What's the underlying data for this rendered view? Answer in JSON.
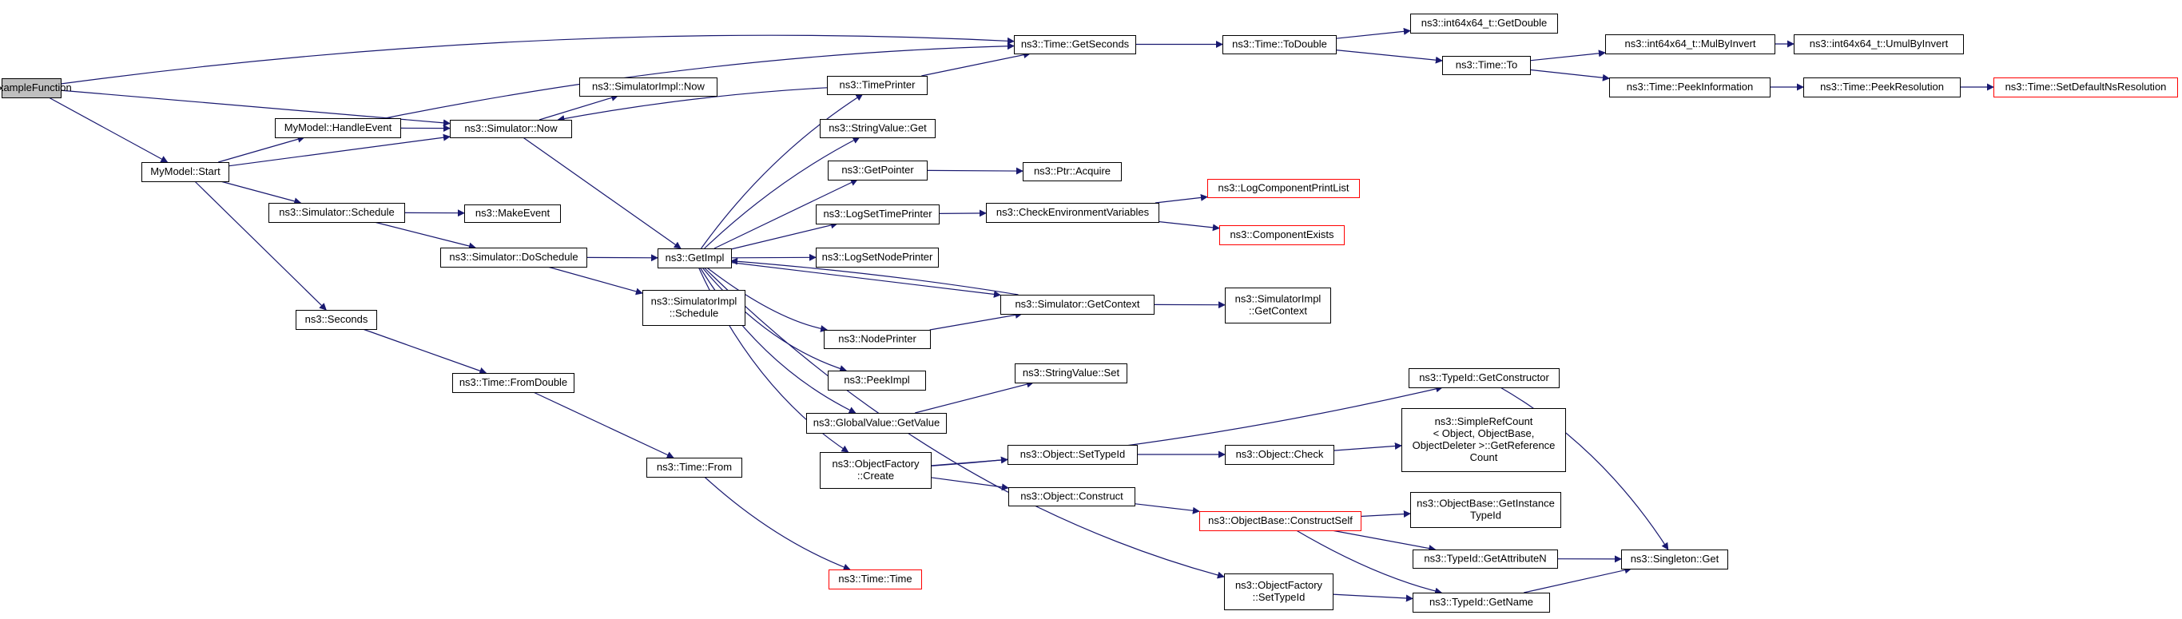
{
  "graph": {
    "colors": {
      "root_fill": "#bfbfbf",
      "node_fill": "#ffffff",
      "node_border": "#000000",
      "truncated_border": "#ff0000",
      "edge": "#191970"
    },
    "nodes": [
      {
        "id": "example_function",
        "lines": [
          "ExampleFunction"
        ],
        "root": true
      },
      {
        "id": "mymodel_handle_event",
        "lines": [
          "MyModel::HandleEvent"
        ]
      },
      {
        "id": "mymodel_start",
        "lines": [
          "MyModel::Start"
        ]
      },
      {
        "id": "simulator_now",
        "lines": [
          "ns3::Simulator::Now"
        ]
      },
      {
        "id": "simulatorimpl_now",
        "lines": [
          "ns3::SimulatorImpl::Now"
        ]
      },
      {
        "id": "simulator_schedule",
        "lines": [
          "ns3::Simulator::Schedule"
        ]
      },
      {
        "id": "make_event",
        "lines": [
          "ns3::MakeEvent"
        ]
      },
      {
        "id": "simulator_doschedule",
        "lines": [
          "ns3::Simulator::DoSchedule"
        ]
      },
      {
        "id": "seconds",
        "lines": [
          "ns3::Seconds"
        ]
      },
      {
        "id": "time_fromdouble",
        "lines": [
          "ns3::Time::FromDouble"
        ]
      },
      {
        "id": "time_from",
        "lines": [
          "ns3::Time::From"
        ]
      },
      {
        "id": "time_time",
        "lines": [
          "ns3::Time::Time"
        ],
        "truncated": true
      },
      {
        "id": "getimpl",
        "lines": [
          "ns3::GetImpl"
        ]
      },
      {
        "id": "simulatorimpl_schedule",
        "lines": [
          "ns3::SimulatorImpl",
          "::Schedule"
        ]
      },
      {
        "id": "time_printer",
        "lines": [
          "ns3::TimePrinter"
        ]
      },
      {
        "id": "stringvalue_get",
        "lines": [
          "ns3::StringValue::Get"
        ]
      },
      {
        "id": "get_pointer",
        "lines": [
          "ns3::GetPointer"
        ]
      },
      {
        "id": "ptr_acquire",
        "lines": [
          "ns3::Ptr::Acquire"
        ]
      },
      {
        "id": "log_set_time_printer",
        "lines": [
          "ns3::LogSetTimePrinter"
        ]
      },
      {
        "id": "check_env_vars",
        "lines": [
          "ns3::CheckEnvironmentVariables"
        ]
      },
      {
        "id": "log_component_print_list",
        "lines": [
          "ns3::LogComponentPrintList"
        ],
        "truncated": true
      },
      {
        "id": "component_exists",
        "lines": [
          "ns3::ComponentExists"
        ],
        "truncated": true
      },
      {
        "id": "log_set_node_printer",
        "lines": [
          "ns3::LogSetNodePrinter"
        ]
      },
      {
        "id": "simulator_getcontext",
        "lines": [
          "ns3::Simulator::GetContext"
        ]
      },
      {
        "id": "simulatorimpl_getcontext",
        "lines": [
          "ns3::SimulatorImpl",
          "::GetContext"
        ]
      },
      {
        "id": "node_printer",
        "lines": [
          "ns3::NodePrinter"
        ]
      },
      {
        "id": "peek_impl",
        "lines": [
          "ns3::PeekImpl"
        ]
      },
      {
        "id": "stringvalue_set",
        "lines": [
          "ns3::StringValue::Set"
        ]
      },
      {
        "id": "globalvalue_getvalue",
        "lines": [
          "ns3::GlobalValue::GetValue"
        ]
      },
      {
        "id": "objectfactory_create",
        "lines": [
          "ns3::ObjectFactory",
          "::Create"
        ]
      },
      {
        "id": "typeid_getconstructor",
        "lines": [
          "ns3::TypeId::GetConstructor"
        ]
      },
      {
        "id": "object_settypeid",
        "lines": [
          "ns3::Object::SetTypeId"
        ]
      },
      {
        "id": "object_check",
        "lines": [
          "ns3::Object::Check"
        ]
      },
      {
        "id": "simplerefcount_getreferencecount",
        "lines": [
          "ns3::SimpleRefCount",
          "< Object, ObjectBase,",
          " ObjectDeleter >::GetReference",
          "Count"
        ]
      },
      {
        "id": "object_construct",
        "lines": [
          "ns3::Object::Construct"
        ]
      },
      {
        "id": "objectbase_constructself",
        "lines": [
          "ns3::ObjectBase::ConstructSelf"
        ],
        "truncated": true
      },
      {
        "id": "objectbase_getinstancetypeid",
        "lines": [
          "ns3::ObjectBase::GetInstance",
          "TypeId"
        ]
      },
      {
        "id": "typeid_getattributen",
        "lines": [
          "ns3::TypeId::GetAttributeN"
        ]
      },
      {
        "id": "singleton_get",
        "lines": [
          "ns3::Singleton::Get"
        ]
      },
      {
        "id": "objectfactory_settypeid",
        "lines": [
          "ns3::ObjectFactory",
          "::SetTypeId"
        ]
      },
      {
        "id": "typeid_getname",
        "lines": [
          "ns3::TypeId::GetName"
        ]
      },
      {
        "id": "time_getseconds",
        "lines": [
          "ns3::Time::GetSeconds"
        ]
      },
      {
        "id": "time_todouble",
        "lines": [
          "ns3::Time::ToDouble"
        ]
      },
      {
        "id": "int64x64_getdouble",
        "lines": [
          "ns3::int64x64_t::GetDouble"
        ]
      },
      {
        "id": "time_to",
        "lines": [
          "ns3::Time::To"
        ]
      },
      {
        "id": "int64x64_mulbyinvert",
        "lines": [
          "ns3::int64x64_t::MulByInvert"
        ]
      },
      {
        "id": "int64x64_umulbyinvert",
        "lines": [
          "ns3::int64x64_t::UmulByInvert"
        ]
      },
      {
        "id": "time_peekinformation",
        "lines": [
          "ns3::Time::PeekInformation"
        ]
      },
      {
        "id": "time_peekresolution",
        "lines": [
          "ns3::Time::PeekResolution"
        ]
      },
      {
        "id": "time_setdefaultnsresolution",
        "lines": [
          "ns3::Time::SetDefaultNsResolution"
        ],
        "truncated": true
      }
    ],
    "edges": [
      [
        "example_function",
        "time_getseconds"
      ],
      [
        "example_function",
        "simulator_now"
      ],
      [
        "example_function",
        "mymodel_start"
      ],
      [
        "mymodel_handle_event",
        "time_getseconds"
      ],
      [
        "mymodel_handle_event",
        "simulator_now"
      ],
      [
        "mymodel_start",
        "mymodel_handle_event"
      ],
      [
        "mymodel_start",
        "simulator_now"
      ],
      [
        "mymodel_start",
        "simulator_schedule"
      ],
      [
        "mymodel_start",
        "seconds"
      ],
      [
        "simulator_now",
        "simulatorimpl_now"
      ],
      [
        "simulator_now",
        "getimpl"
      ],
      [
        "simulator_schedule",
        "make_event"
      ],
      [
        "simulator_schedule",
        "simulator_doschedule"
      ],
      [
        "simulator_doschedule",
        "getimpl"
      ],
      [
        "simulator_doschedule",
        "simulatorimpl_schedule"
      ],
      [
        "seconds",
        "time_fromdouble"
      ],
      [
        "time_fromdouble",
        "time_from"
      ],
      [
        "time_from",
        "time_time"
      ],
      [
        "getimpl",
        "time_printer"
      ],
      [
        "getimpl",
        "stringvalue_get"
      ],
      [
        "getimpl",
        "get_pointer"
      ],
      [
        "getimpl",
        "log_set_time_printer"
      ],
      [
        "getimpl",
        "log_set_node_printer"
      ],
      [
        "getimpl",
        "simulator_getcontext"
      ],
      [
        "getimpl",
        "node_printer"
      ],
      [
        "getimpl",
        "peek_impl"
      ],
      [
        "getimpl",
        "globalvalue_getvalue"
      ],
      [
        "getimpl",
        "objectfactory_create"
      ],
      [
        "getimpl",
        "objectfactory_settypeid"
      ],
      [
        "time_printer",
        "time_getseconds"
      ],
      [
        "time_printer",
        "simulator_now"
      ],
      [
        "get_pointer",
        "ptr_acquire"
      ],
      [
        "log_set_time_printer",
        "check_env_vars"
      ],
      [
        "check_env_vars",
        "log_component_print_list"
      ],
      [
        "check_env_vars",
        "component_exists"
      ],
      [
        "simulator_getcontext",
        "getimpl"
      ],
      [
        "simulator_getcontext",
        "simulatorimpl_getcontext"
      ],
      [
        "node_printer",
        "simulator_getcontext"
      ],
      [
        "globalvalue_getvalue",
        "stringvalue_set"
      ],
      [
        "objectfactory_create",
        "typeid_getconstructor"
      ],
      [
        "objectfactory_create",
        "object_settypeid"
      ],
      [
        "objectfactory_create",
        "object_construct"
      ],
      [
        "object_settypeid",
        "object_check"
      ],
      [
        "object_check",
        "simplerefcount_getreferencecount"
      ],
      [
        "object_construct",
        "objectbase_constructself"
      ],
      [
        "objectbase_constructself",
        "objectbase_getinstancetypeid"
      ],
      [
        "objectbase_constructself",
        "typeid_getattributen"
      ],
      [
        "objectbase_constructself",
        "typeid_getname"
      ],
      [
        "typeid_getconstructor",
        "singleton_get"
      ],
      [
        "typeid_getattributen",
        "singleton_get"
      ],
      [
        "objectfactory_settypeid",
        "typeid_getname"
      ],
      [
        "typeid_getname",
        "singleton_get"
      ],
      [
        "time_getseconds",
        "time_todouble"
      ],
      [
        "time_todouble",
        "int64x64_getdouble"
      ],
      [
        "time_todouble",
        "time_to"
      ],
      [
        "time_to",
        "int64x64_mulbyinvert"
      ],
      [
        "time_to",
        "time_peekinformation"
      ],
      [
        "int64x64_mulbyinvert",
        "int64x64_umulbyinvert"
      ],
      [
        "time_peekinformation",
        "time_peekresolution"
      ],
      [
        "time_peekresolution",
        "time_setdefaultnsresolution"
      ]
    ]
  }
}
